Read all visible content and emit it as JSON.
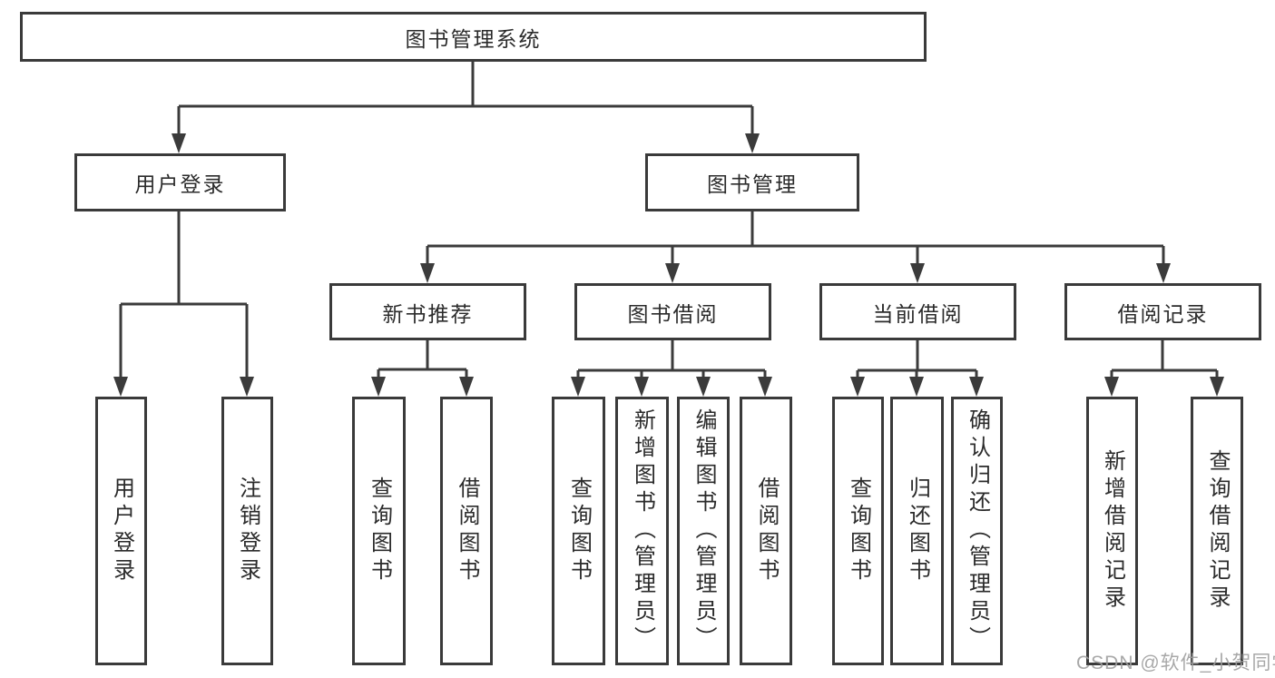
{
  "diagram": {
    "nodes": {
      "root": "图书管理系统",
      "user_login": "用户登录",
      "book_management": "图书管理",
      "new_book_recommend": "新书推荐",
      "book_borrowing": "图书借阅",
      "current_borrowing": "当前借阅",
      "borrowing_records": "借阅记录",
      "leaf_user_login": "用户登录",
      "leaf_logout": "注销登录",
      "leaf_query_books_recommend": "查询图书",
      "leaf_borrow_books_recommend": "借阅图书",
      "leaf_query_books_borrowing": "查询图书",
      "leaf_add_books_admin": "新增图书（管理员）",
      "leaf_edit_books_admin": "编辑图书（管理员）",
      "leaf_borrow_books": "借阅图书",
      "leaf_query_books_current": "查询图书",
      "leaf_return_books": "归还图书",
      "leaf_confirm_return_admin": "确认归还（管理员）",
      "leaf_add_borrow_record": "新增借阅记录",
      "leaf_query_borrow_record": "查询借阅记录"
    },
    "watermark": "CSDN @软件_小贺同学",
    "colors": {
      "line": "#3b3b3b",
      "border": "#3a3a3a",
      "text": "#2b2b2b",
      "watermark": "#9e9e9e"
    }
  }
}
